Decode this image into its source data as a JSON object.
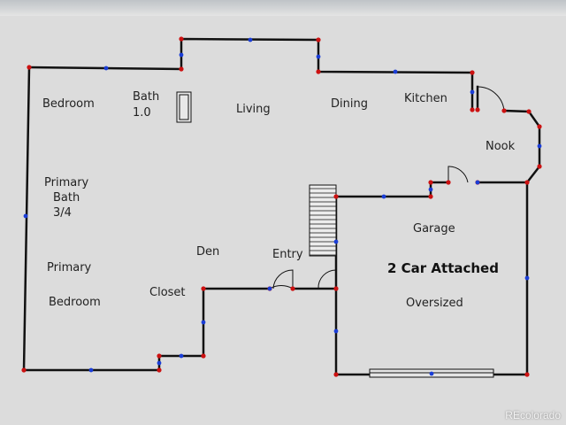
{
  "rooms": {
    "bedroom": "Bedroom",
    "bath_name": "Bath",
    "bath_size": "1.0",
    "living": "Living",
    "dining": "Dining",
    "kitchen": "Kitchen",
    "nook": "Nook",
    "primary_bath_1": "Primary",
    "primary_bath_2": "Bath",
    "primary_bath_3": "3/4",
    "primary_bedroom_1": "Primary",
    "primary_bedroom_2": "Bedroom",
    "den": "Den",
    "entry": "Entry",
    "closet": "Closet",
    "garage": "Garage",
    "garage_size": "2 Car Attached",
    "garage_note": "Oversized"
  },
  "watermark": "REcolorado",
  "colors": {
    "background": "#dcdcdc",
    "wall": "#111111",
    "vertex": "#cc1111",
    "midpoint": "#1a3dd6",
    "label": "#222222"
  }
}
